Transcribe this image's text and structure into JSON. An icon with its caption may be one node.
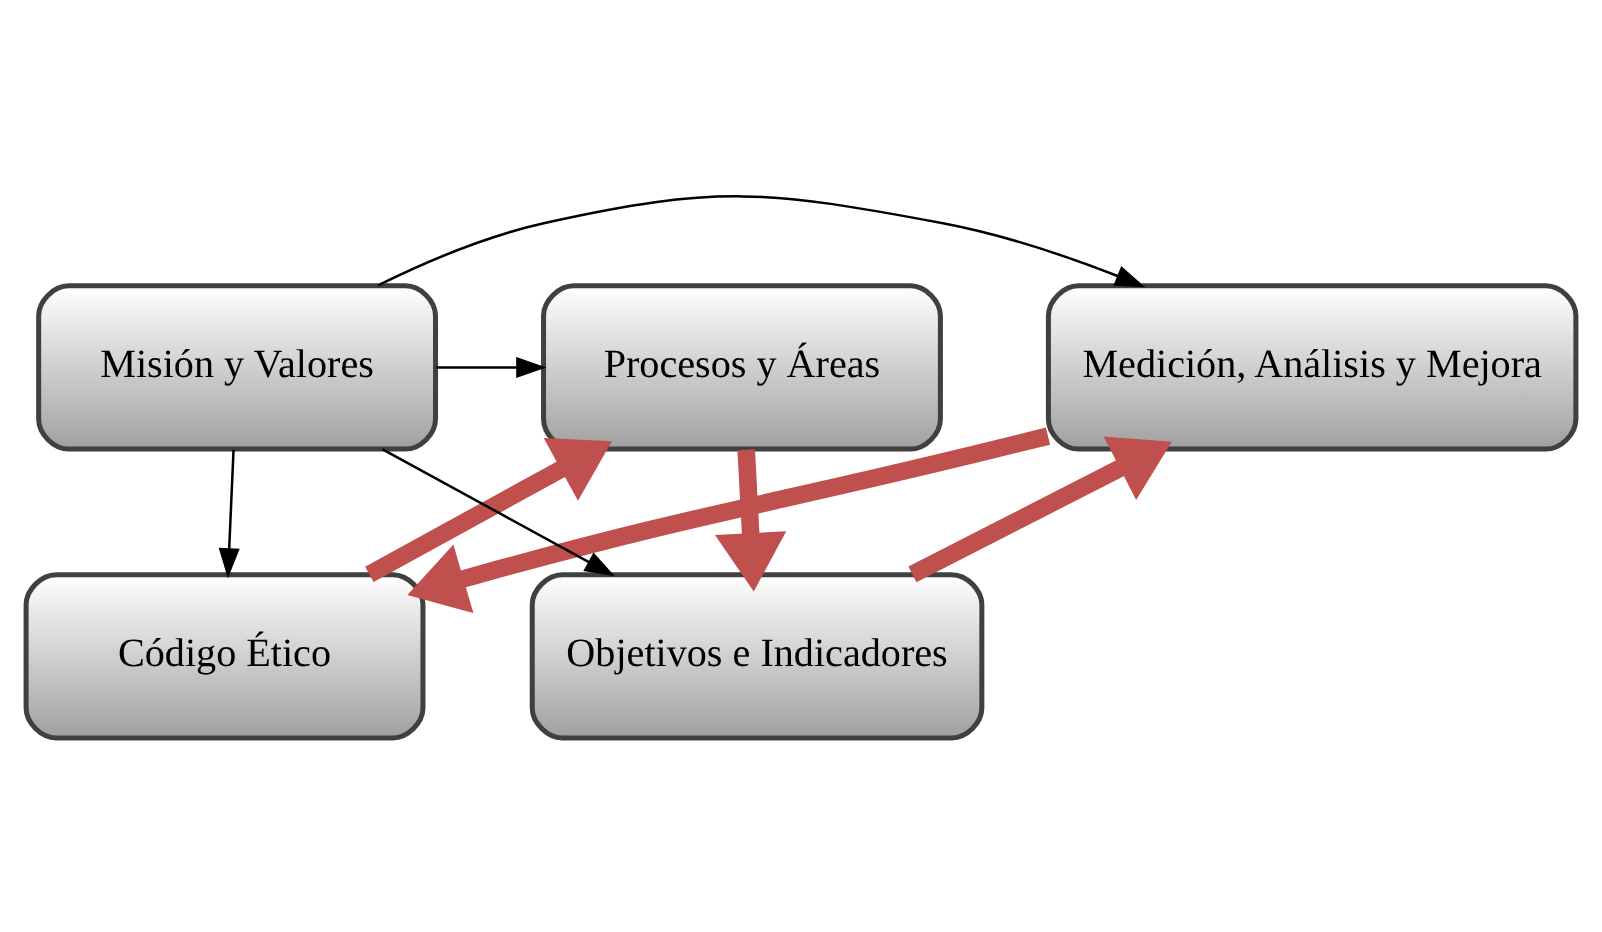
{
  "diagram": {
    "nodes": [
      {
        "text": [
          "Código Ético"
        ]
      },
      {
        "text": [
          "Medición, Análisis y Mejora"
        ]
      },
      {
        "text": [
          "Misión y Valores"
        ]
      },
      {
        "text": [
          "Procesos y Áreas"
        ]
      },
      {
        "text": [
          "Objetivos e Indicadores"
        ]
      }
    ],
    "edges": [
      {
        "from": 2,
        "to": 0,
        "arrow": "to"
      },
      {
        "from": 2,
        "to": 1,
        "arrow": "to"
      },
      {
        "from": 2,
        "to": 3,
        "arrow": "to"
      },
      {
        "from": 2,
        "to": 4,
        "arrow": "to"
      },
      {
        "from": 1,
        "to": 0,
        "arrow": "to",
        "style": "thick",
        "color": "#c0504d"
      },
      {
        "from": 0,
        "to": 3,
        "arrow": "to",
        "style": "thick",
        "color": "#c0504d"
      },
      {
        "from": 3,
        "to": 4,
        "arrow": "to",
        "style": "thick",
        "color": "#c0504d"
      },
      {
        "from": 4,
        "to": 1,
        "arrow": "to",
        "style": "thick",
        "color": "#c0504d"
      }
    ]
  }
}
